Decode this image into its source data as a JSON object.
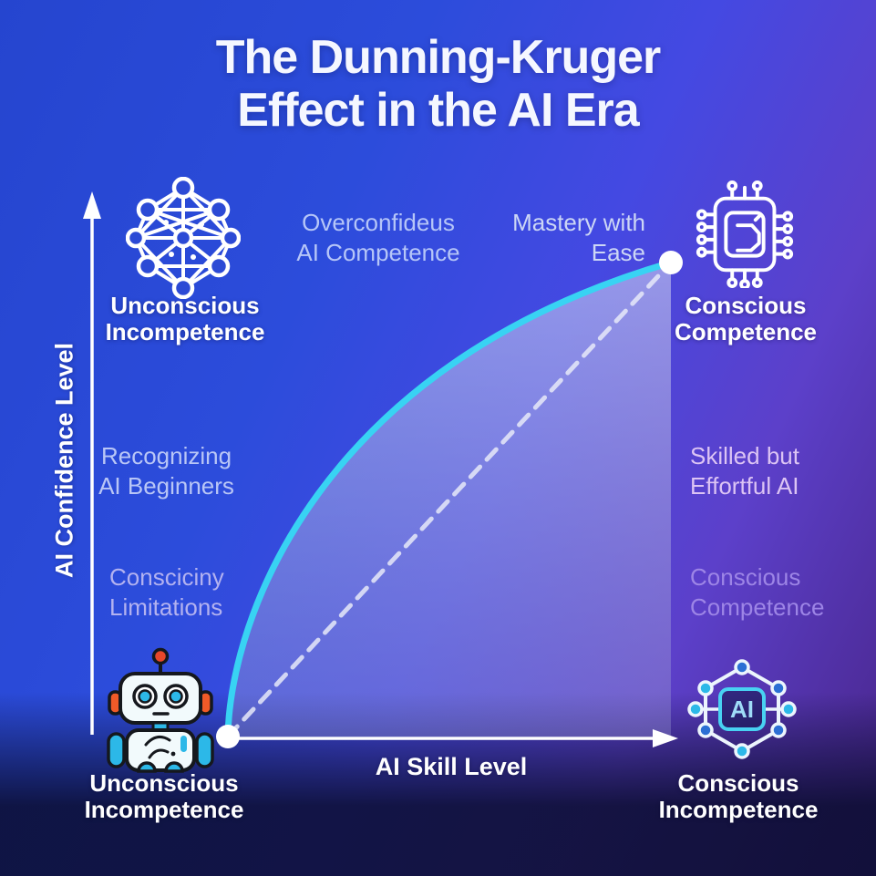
{
  "title": {
    "line1": "The Dunning-Kruger",
    "line2": "Effect in the AI Era"
  },
  "axes": {
    "y": "AI Confidence Level",
    "x": "AI Skill Level"
  },
  "quadrant_labels": {
    "top_left": {
      "line1": "Unconscious",
      "line2": "Incompetence"
    },
    "top_right": {
      "line1": "Conscious",
      "line2": "Competence"
    },
    "bottom_left": {
      "line1": "Unconscious",
      "line2": "Incompetence"
    },
    "bottom_right": {
      "line1": "Conscious",
      "line2": "Incompetence"
    }
  },
  "annotations": {
    "overconfident": {
      "line1": "Overconfideus",
      "line2": "AI Competence",
      "color": "#b6c6f8"
    },
    "mastery": {
      "line1": "Mastery with",
      "line2": "Ease",
      "color": "#ccd6f5"
    },
    "recognizing": {
      "line1": "Recognizing",
      "line2": "AI Beginners",
      "color": "#b9c6f6"
    },
    "limitations": {
      "line1": "Consciciny",
      "line2": "Limitations",
      "color": "#b3b2f0"
    },
    "skilled": {
      "line1": "Skilled but",
      "line2": "Effortful AI",
      "color": "#dcc4f4"
    },
    "conscious_right": {
      "line1": "Conscious",
      "line2": "Competence",
      "color": "#9d85e6"
    }
  },
  "icons": {
    "neural_network": "neural-network-icon",
    "microchip": "microchip-icon",
    "robot": "confused-robot-icon",
    "ai_hexagon": "ai-network-hexagon-icon",
    "ai_badge_text": "AI"
  },
  "colors": {
    "background_top_left": "#2545cf",
    "background_center": "#4449e2",
    "background_bottom_right": "#482487",
    "background_bottom_band": "#141a4e",
    "title_text": "#f5f7ff",
    "curve": "#38d3f3",
    "dashed_line": "#e6e9f8",
    "axis": "#ffffff",
    "area_fill": "rgba(205,208,238,0.45)",
    "endpoint_dot": "#ffffff"
  },
  "chart_data": {
    "type": "line",
    "title": "The Dunning-Kruger Effect in the AI Era",
    "xlabel": "AI Skill Level",
    "ylabel": "AI Confidence Level",
    "xlim": [
      0,
      1
    ],
    "ylim": [
      0,
      1
    ],
    "grid": false,
    "legend": false,
    "series": [
      {
        "name": "AI confidence curve",
        "style": "solid",
        "color": "#38d3f3",
        "endpoint_markers": true,
        "x": [
          0,
          0.05,
          0.1,
          0.2,
          0.3,
          0.4,
          0.5,
          0.6,
          0.7,
          0.8,
          0.9,
          1.0
        ],
        "y": [
          0,
          0.17,
          0.31,
          0.51,
          0.64,
          0.75,
          0.83,
          0.89,
          0.93,
          0.96,
          0.99,
          1.0
        ]
      },
      {
        "name": "linear reference line",
        "style": "dashed",
        "color": "#e6e9f8",
        "x": [
          0,
          1
        ],
        "y": [
          0,
          1
        ]
      }
    ],
    "area_fill": "under confidence curve down to x-axis, translucent lavender rgba(205,208,238,0.45)",
    "point_annotations": [
      {
        "x": 0,
        "y": 0,
        "label": "Unconscious Incompetence"
      },
      {
        "x": 1,
        "y": 1,
        "label": "Conscious Competence"
      }
    ]
  }
}
